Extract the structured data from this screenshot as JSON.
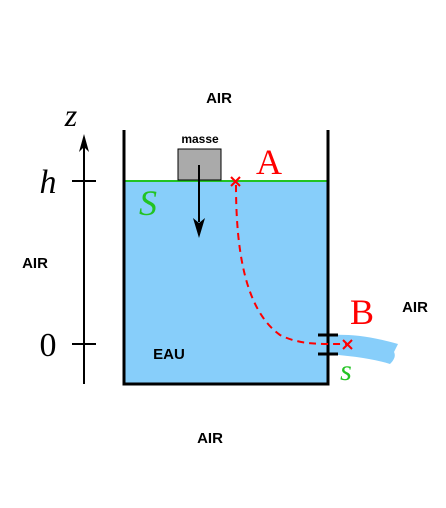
{
  "labels": {
    "air_top": "AIR",
    "air_left": "AIR",
    "air_right": "AIR",
    "air_bottom": "AIR",
    "water": "EAU",
    "mass": "masse",
    "axis_z": "z",
    "level_h": "h",
    "level_zero": "0",
    "point_a": "A",
    "point_b": "B",
    "surface_big": "S",
    "surface_small": "s"
  },
  "colors": {
    "water": "#87cefa",
    "jet": "#87cefa",
    "surface_line": "#22c322",
    "point_labels": "#ff0000",
    "surface_labels": "#22c322",
    "streamline": "#ff0000",
    "mass_fill": "#aaaaaa",
    "outline": "#000000"
  }
}
